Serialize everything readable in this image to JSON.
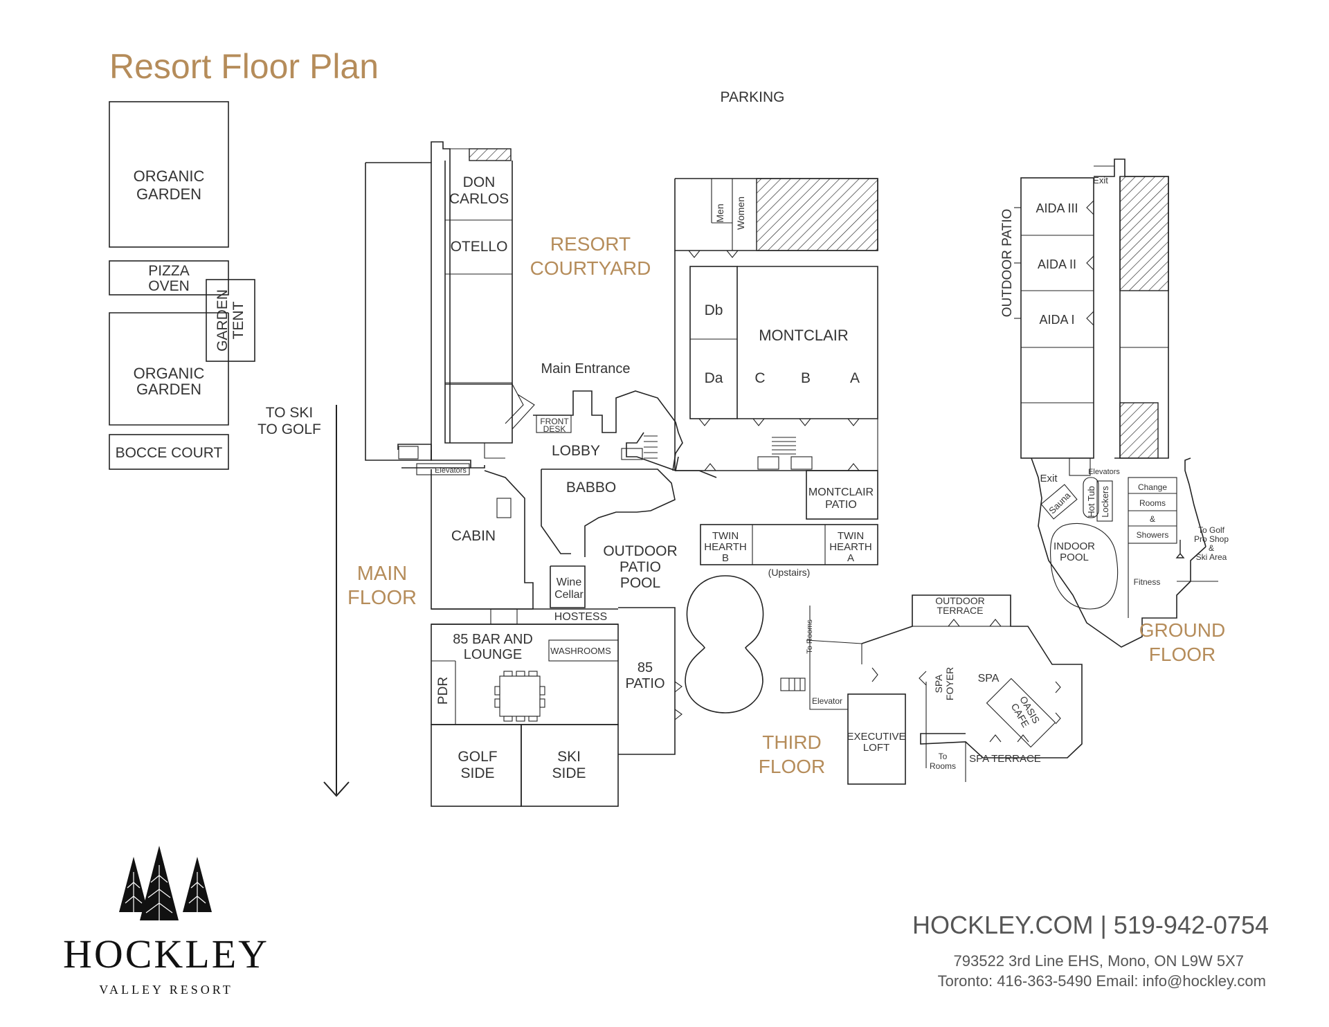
{
  "title": "Resort Floor Plan",
  "colors": {
    "accent": "#b58c5a",
    "line": "#222222",
    "text": "#333333"
  },
  "labels": {
    "parking": "PARKING",
    "organic_garden_1": [
      "ORGANIC",
      "GARDEN"
    ],
    "pizza_oven": [
      "PIZZA",
      "OVEN"
    ],
    "garden_tent": [
      "GARDEN",
      "TENT"
    ],
    "organic_garden_2": [
      "ORGANIC",
      "GARDEN"
    ],
    "bocce_court": "BOCCE COURT",
    "to_ski_golf": [
      "TO SKI",
      "TO GOLF"
    ],
    "don_carlos": [
      "DON",
      "CARLOS"
    ],
    "otello": "OTELLO",
    "resort_courtyard": [
      "RESORT",
      "COURTYARD"
    ],
    "main_entrance": "Main Entrance",
    "front_desk": [
      "FRONT",
      "DESK"
    ],
    "lobby": "LOBBY",
    "elevators_main": "Elevators",
    "babbo": "BABBO",
    "cabin": "CABIN",
    "main_floor": [
      "MAIN",
      "FLOOR"
    ],
    "wine_cellar": [
      "Wine",
      "Cellar"
    ],
    "outdoor_patio_pool": [
      "OUTDOOR",
      "PATIO",
      "POOL"
    ],
    "hostess": "HOSTESS",
    "bar_lounge": [
      "85 BAR AND",
      "LOUNGE"
    ],
    "washrooms": "WASHROOMS",
    "pdr": "PDR",
    "patio_85": [
      "85",
      "PATIO"
    ],
    "golf_side": [
      "GOLF",
      "SIDE"
    ],
    "ski_side": [
      "SKI",
      "SIDE"
    ],
    "men": "Men",
    "women": "Women",
    "db": "Db",
    "da": "Da",
    "montclair": "MONTCLAIR",
    "c": "C",
    "b": "B",
    "a": "A",
    "montclair_patio": [
      "MONTCLAIR",
      "PATIO"
    ],
    "twin_hearth_b": [
      "TWIN",
      "HEARTH",
      "B"
    ],
    "twin_hearth_a": [
      "TWIN",
      "HEARTH",
      "A"
    ],
    "upstairs": "(Upstairs)",
    "to_rooms_1": "To Rooms",
    "elevator_third": "Elevator",
    "executive_loft": [
      "EXECUTIVE",
      "LOFT"
    ],
    "third_floor": [
      "THIRD",
      "FLOOR"
    ],
    "outdoor_terrace": [
      "OUTDOOR",
      "TERRACE"
    ],
    "spa_foyer": [
      "SPA",
      "FOYER"
    ],
    "spa": "SPA",
    "oasis_cafe": [
      "OASIS",
      "CAFE"
    ],
    "to_rooms_2": [
      "To",
      "Rooms"
    ],
    "spa_terrace": "SPA TERRACE",
    "outdoor_patio": "OUTDOOR PATIO",
    "aida_3": "AIDA III",
    "aida_2": "AIDA II",
    "aida_1": "AIDA I",
    "exit_top": "Exit",
    "exit_bottom": "Exit",
    "elevators_ground": "Elevators",
    "sauna": "Sauna",
    "hot_tub": "Hot Tub",
    "lockers": "Lockers",
    "change_rooms": [
      "Change",
      "Rooms",
      "&",
      "Showers"
    ],
    "indoor_pool": [
      "INDOOR",
      "POOL"
    ],
    "fitness": "Fitness",
    "to_golf": [
      "To Golf",
      "Pro Shop",
      "&",
      "Ski Area"
    ],
    "ground_floor": [
      "GROUND",
      "FLOOR"
    ]
  },
  "brand": {
    "name": "HOCKLEY",
    "sub": "VALLEY RESORT"
  },
  "contact": {
    "web_phone": "HOCKLEY.COM | 519-942-0754",
    "address": "793522 3rd Line EHS, Mono, ON L9W 5X7",
    "toronto_email": "Toronto: 416-363-5490  Email: info@hockley.com"
  }
}
